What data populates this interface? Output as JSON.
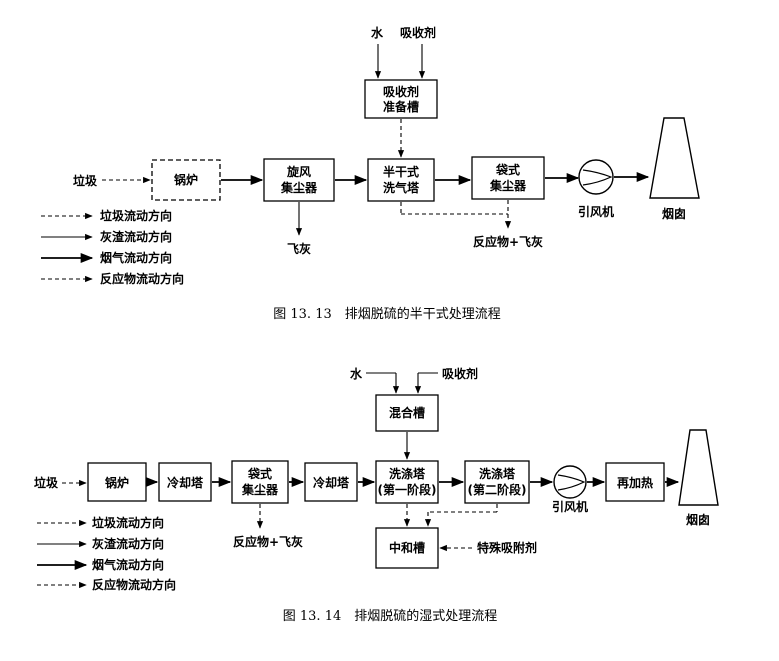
{
  "figure1": {
    "inputs": {
      "water": "水",
      "absorbent": "吸收剂",
      "garbage": "垃圾"
    },
    "nodes": {
      "absorbent_tank": [
        "吸收剂",
        "准备槽"
      ],
      "boiler": "锅炉",
      "cyclone": [
        "旋风",
        "集尘器"
      ],
      "semidry_scrubber": [
        "半干式",
        "洗气塔"
      ],
      "bag_filter": [
        "袋式",
        "集尘器"
      ],
      "fan": "引风机",
      "chimney": "烟囱"
    },
    "outputs": {
      "fly_ash": "飞灰",
      "reactant_ash": "反应物+飞灰"
    },
    "legend": [
      "垃圾流动方向",
      "灰渣流动方向",
      "烟气流动方向",
      "反应物流动方向"
    ],
    "caption": "图 13. 13　排烟脱硫的半干式处理流程"
  },
  "figure2": {
    "inputs": {
      "water": "水",
      "absorbent": "吸收剂",
      "garbage": "垃圾"
    },
    "nodes": {
      "mixing_tank": "混合槽",
      "boiler": "锅炉",
      "cooling_tower_1": "冷却塔",
      "bag_filter": [
        "袋式",
        "集尘器"
      ],
      "cooling_tower_2": "冷却塔",
      "washer_1": [
        "洗涤塔",
        "(第一阶段)"
      ],
      "washer_2": [
        "洗涤塔",
        "(第二阶段)"
      ],
      "fan": "引风机",
      "reheat": "再加热",
      "chimney": "烟囱",
      "neutral_tank": "中和槽"
    },
    "outputs": {
      "reactant_ash": "反应物+飞灰",
      "special_adsorbent": "特殊吸附剂"
    },
    "legend": [
      "垃圾流动方向",
      "灰渣流动方向",
      "烟气流动方向",
      "反应物流动方向"
    ],
    "caption": "图 13. 14　排烟脱硫的湿式处理流程"
  }
}
